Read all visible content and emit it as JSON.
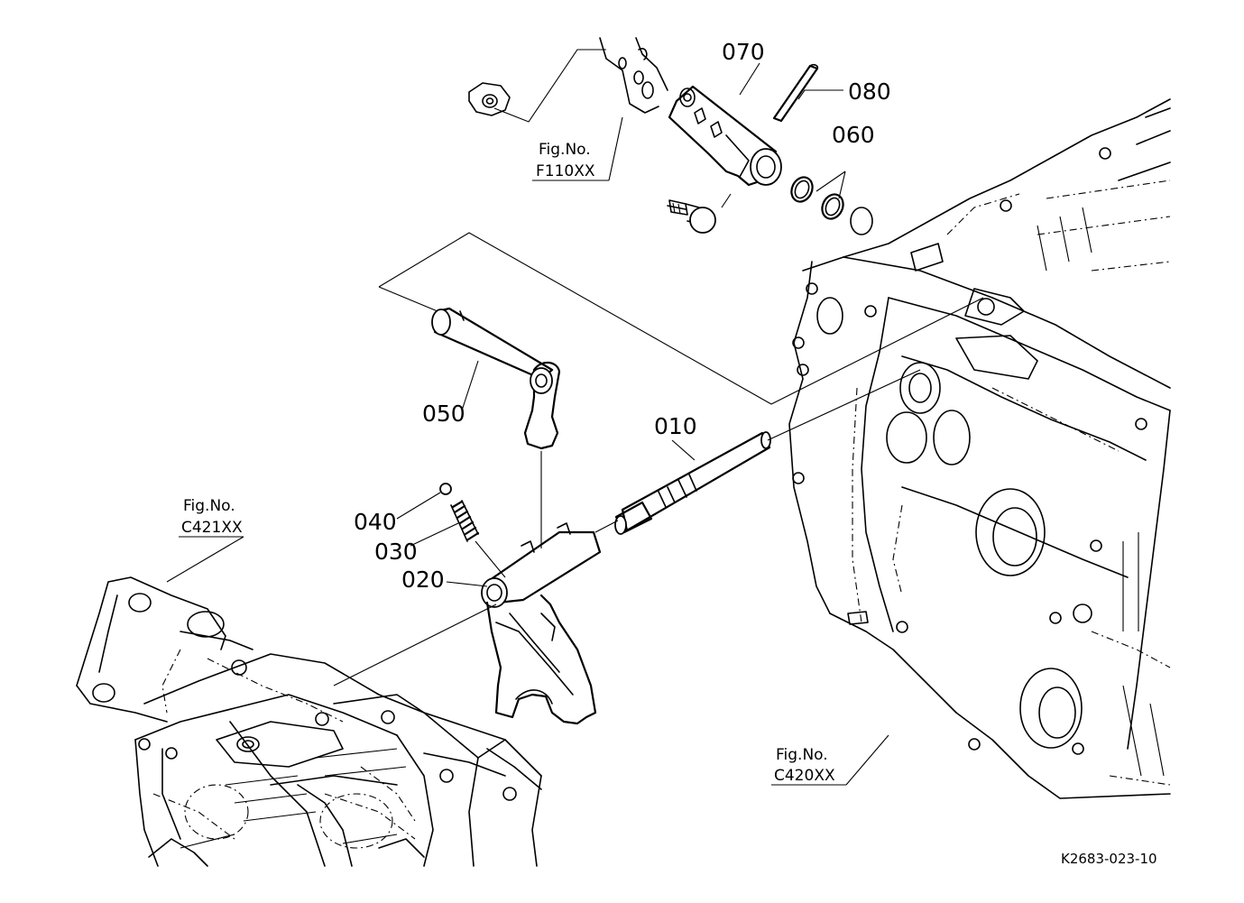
{
  "diagram": {
    "parts": [
      {
        "key": "p010",
        "number": "010"
      },
      {
        "key": "p020",
        "number": "020"
      },
      {
        "key": "p030",
        "number": "030"
      },
      {
        "key": "p040",
        "number": "040"
      },
      {
        "key": "p050",
        "number": "050"
      },
      {
        "key": "p060",
        "number": "060"
      },
      {
        "key": "p070",
        "number": "070"
      },
      {
        "key": "p080",
        "number": "080"
      }
    ],
    "references": [
      {
        "key": "f110",
        "line1": "Fig.No.",
        "line2": "F110XX"
      },
      {
        "key": "c421",
        "line1": "Fig.No.",
        "line2": "C421XX"
      },
      {
        "key": "c420",
        "line1": "Fig.No.",
        "line2": "C420XX"
      }
    ],
    "drawing_code": "K2683-023-10"
  }
}
